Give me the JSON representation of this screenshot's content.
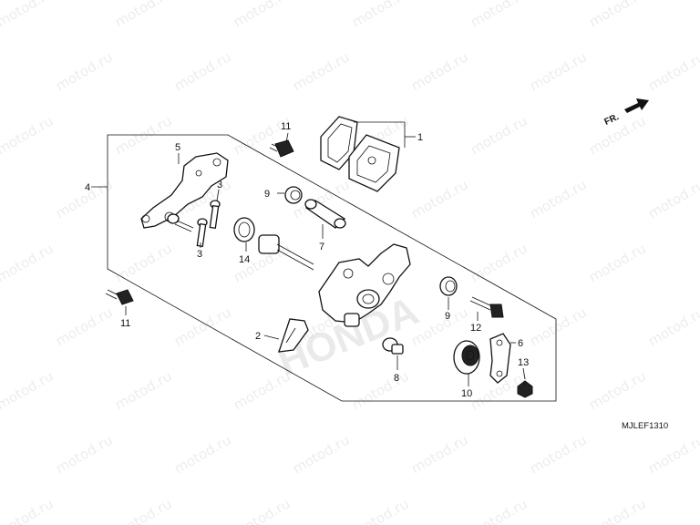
{
  "watermark": {
    "text": "motod.ru"
  },
  "brand_mark": {
    "text": "HONDA"
  },
  "direction": {
    "label": "FR.",
    "icon": "arrow-right-icon"
  },
  "diagram_code": "MJLEF1310",
  "callouts": [
    {
      "id": "c1",
      "number": "1"
    },
    {
      "id": "c2",
      "number": "2"
    },
    {
      "id": "c3a",
      "number": "3"
    },
    {
      "id": "c3b",
      "number": "3"
    },
    {
      "id": "c4",
      "number": "4"
    },
    {
      "id": "c5",
      "number": "5"
    },
    {
      "id": "c6",
      "number": "6"
    },
    {
      "id": "c7",
      "number": "7"
    },
    {
      "id": "c8",
      "number": "8"
    },
    {
      "id": "c9a",
      "number": "9"
    },
    {
      "id": "c9b",
      "number": "9"
    },
    {
      "id": "c10",
      "number": "10"
    },
    {
      "id": "c11a",
      "number": "11"
    },
    {
      "id": "c11b",
      "number": "11"
    },
    {
      "id": "c12",
      "number": "12"
    },
    {
      "id": "c13",
      "number": "13"
    },
    {
      "id": "c14",
      "number": "14"
    }
  ]
}
